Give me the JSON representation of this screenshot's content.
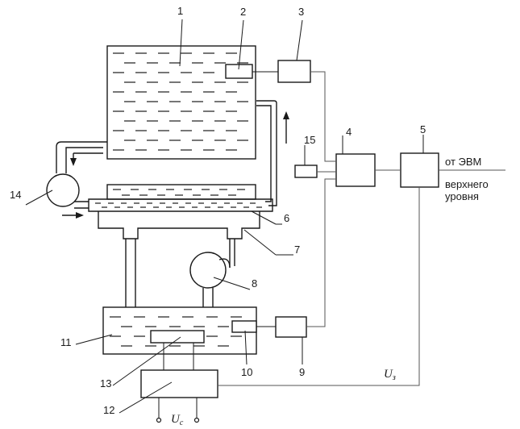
{
  "labels": {
    "n1": "1",
    "n2": "2",
    "n3": "3",
    "n4": "4",
    "n5": "5",
    "n6": "6",
    "n7": "7",
    "n8": "8",
    "n9": "9",
    "n10": "10",
    "n11": "11",
    "n12": "12",
    "n13": "13",
    "n14": "14",
    "n15": "15"
  },
  "text": {
    "computer_line1": "от ЭВМ",
    "computer_line2": "верхнего",
    "computer_line3": "уровня",
    "u3_main": "U",
    "u3_sub": "з",
    "uc_main": "U",
    "uc_sub": "c"
  }
}
